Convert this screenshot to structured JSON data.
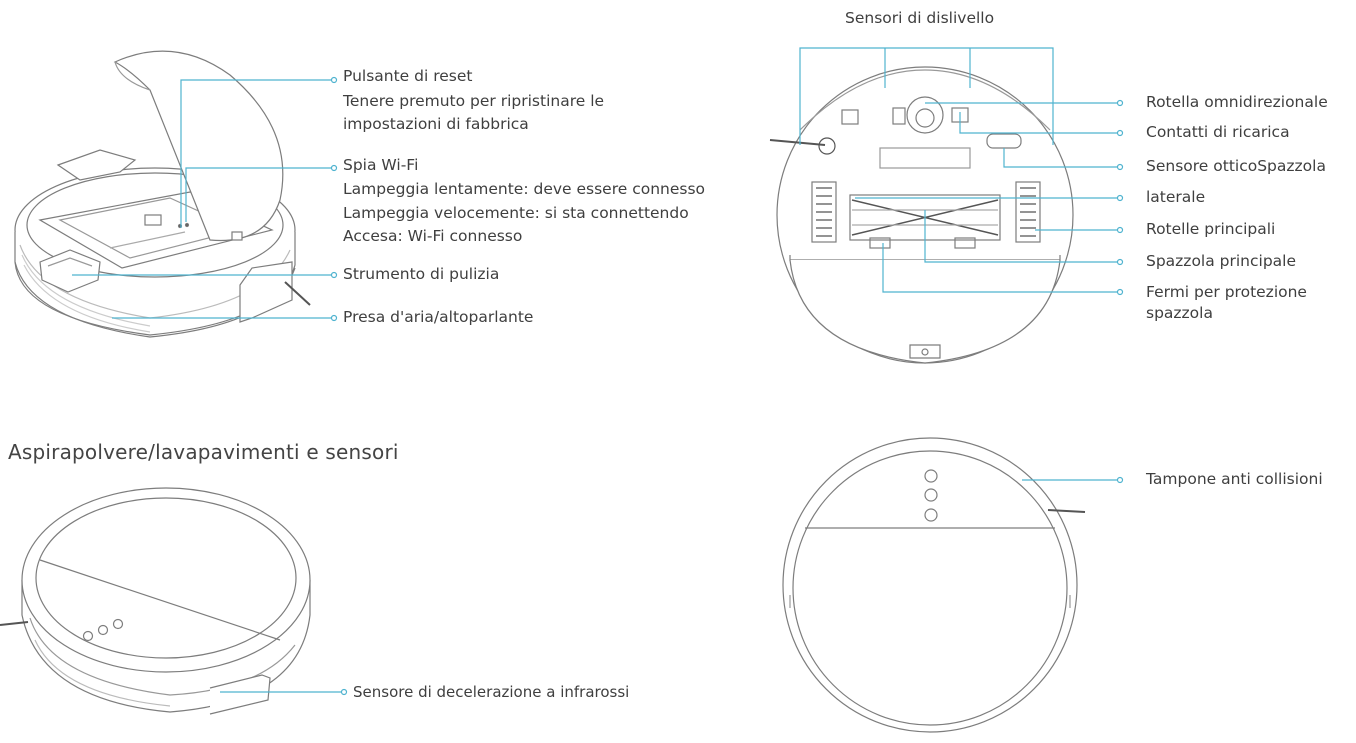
{
  "section_heading": "Aspirapolvere/lavapavimenti e sensori",
  "top_left_labels": {
    "reset_title": "Pulsante di reset",
    "reset_desc_1": "Tenere premuto per ripristinare le",
    "reset_desc_2": "impostazioni di fabbrica",
    "wifi_title": "Spia Wi-Fi",
    "wifi_slow": "Lampeggia lentamente: deve essere connesso",
    "wifi_fast": "Lampeggia velocemente: si sta connettendo",
    "wifi_on": "Accesa: Wi-Fi connesso",
    "cleaning_tool": "Strumento di pulizia",
    "air_outlet": "Presa d'aria/altoparlante"
  },
  "bottom_view_labels": {
    "cliff_sensors": "Sensori di dislivello",
    "omni_wheel": "Rotella omnidirezionale",
    "charging_contacts": "Contatti di ricarica",
    "optical_sensor": "Sensore otticoSpazzola",
    "side_brush": "laterale",
    "main_wheels": "Rotelle principali",
    "main_brush": "Spazzola principale",
    "brush_guard_1": "Fermi per protezione",
    "brush_guard_2": "spazzola"
  },
  "bottom_left_labels": {
    "ir_sensor": "Sensore di decelerazione a infrarossi"
  },
  "bottom_right_labels": {
    "bumper": "Tampone anti collisioni"
  },
  "colors": {
    "leader_line": "#4fb3cf",
    "outline": "#7a7a7a",
    "text": "#3f3f3f"
  }
}
